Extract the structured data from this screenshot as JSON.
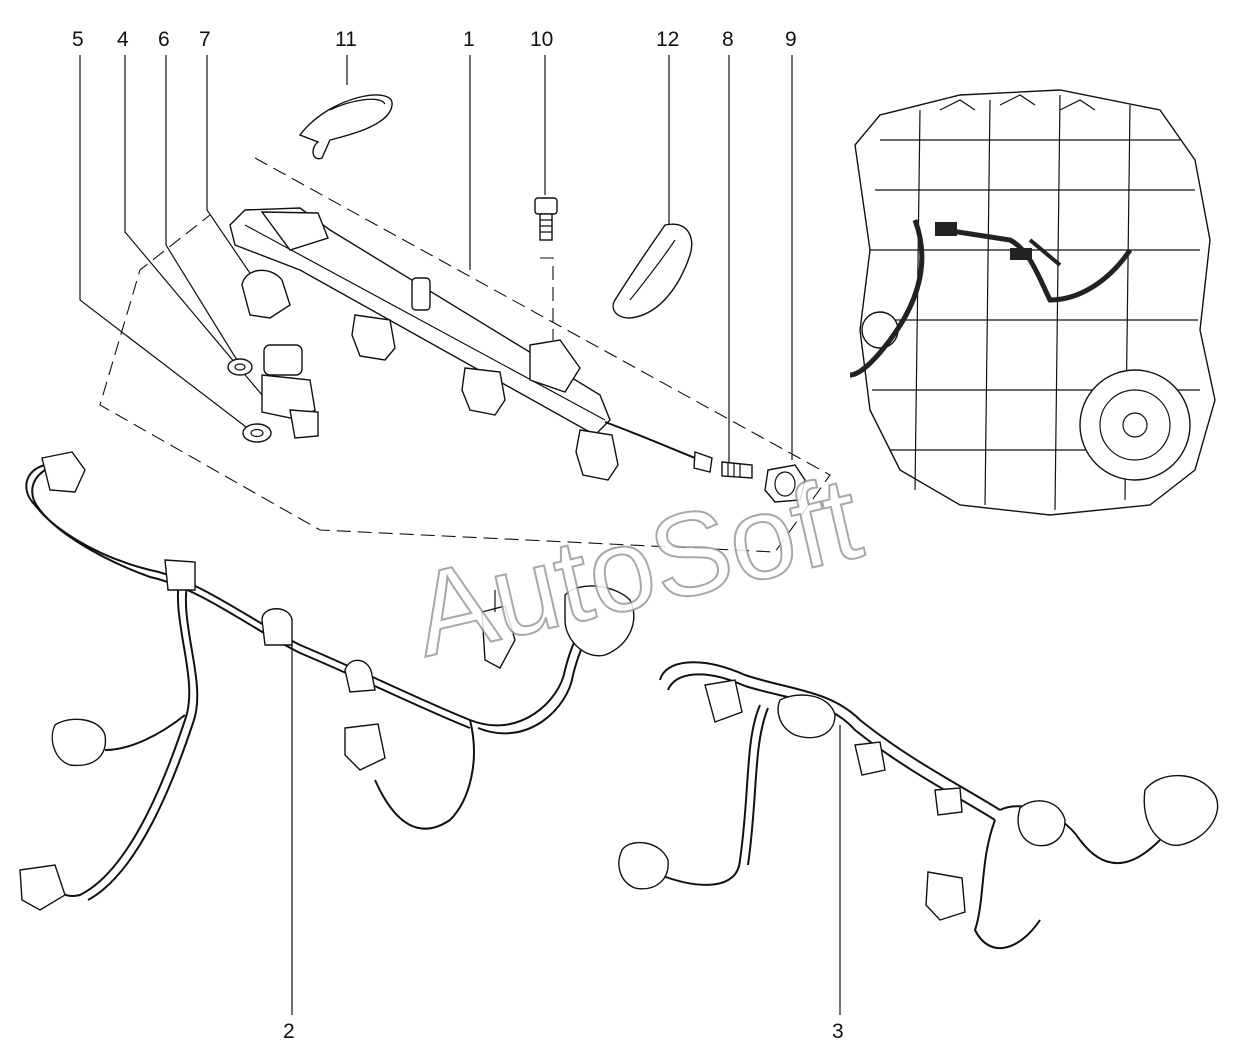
{
  "callouts": {
    "c1": "1",
    "c2": "2",
    "c3": "3",
    "c4": "4",
    "c5": "5",
    "c6": "6",
    "c7": "7",
    "c8": "8",
    "c9": "9",
    "c10": "10",
    "c11": "11",
    "c12": "12"
  },
  "watermark": "AutoSoft"
}
